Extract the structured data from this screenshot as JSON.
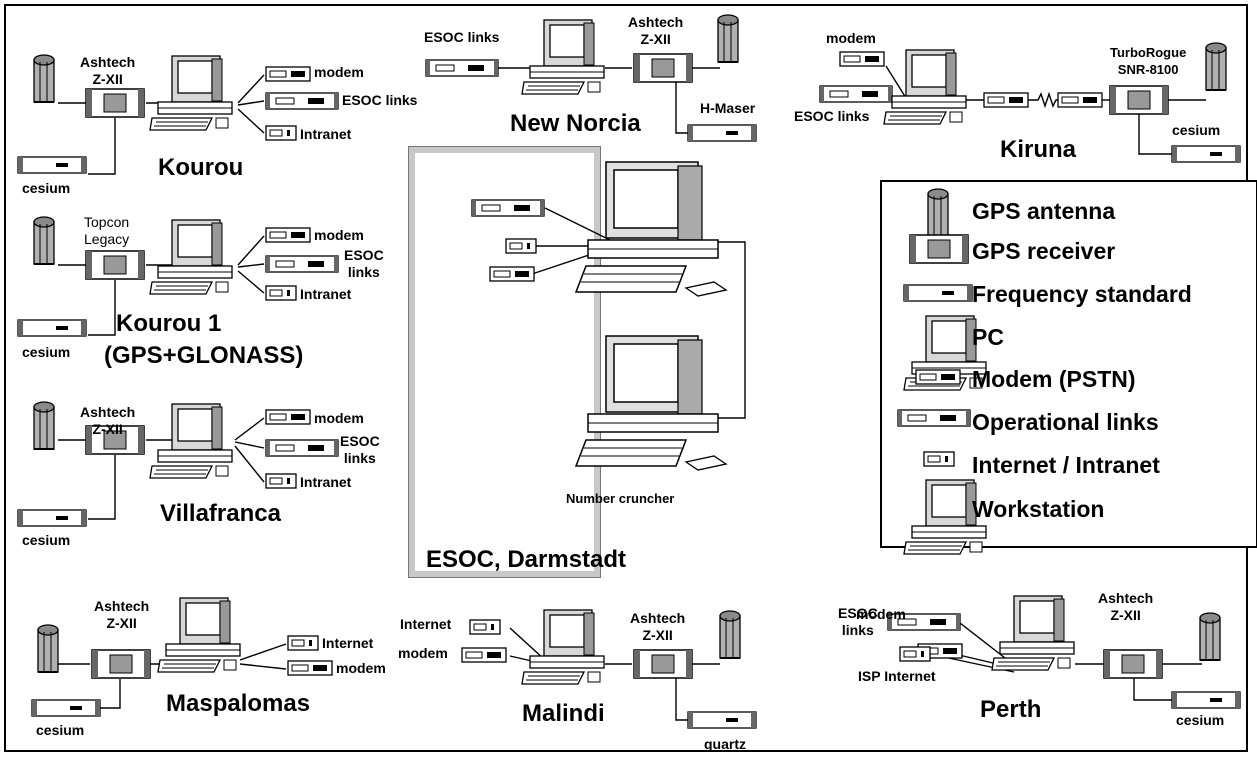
{
  "sites": {
    "kourou": "Kourou",
    "kourou1": "Kourou 1",
    "kourou1_sub": "(GPS+GLONASS)",
    "villafranca": "Villafranca",
    "maspalomas": "Maspalomas",
    "new_norcia": "New Norcia",
    "malindi": "Malindi",
    "kiruna": "Kiruna",
    "perth": "Perth",
    "esoc": "ESOC, Darmstadt"
  },
  "labels": {
    "kourou": {
      "receiver": "Ashtech\nZ-XII",
      "modem": "modem",
      "esoc_links": "ESOC links",
      "intranet": "Intranet",
      "cesium": "cesium"
    },
    "kourou1": {
      "receiver": "Topcon\nLegacy",
      "modem": "modem",
      "esoc_links": "ESOC\nlinks",
      "intranet": "Intranet",
      "cesium": "cesium"
    },
    "villafranca": {
      "receiver": "Ashtech\nZ-XII",
      "modem": "modem",
      "esoc_links": "ESOC\nlinks",
      "intranet": "Intranet",
      "cesium": "cesium"
    },
    "maspalomas": {
      "receiver": "Ashtech\nZ-XII",
      "internet": "Internet",
      "modem": "modem",
      "cesium": "cesium"
    },
    "new_norcia": {
      "esoc_links": "ESOC links",
      "receiver": "Ashtech\nZ-XII",
      "maser": "H-Maser"
    },
    "malindi": {
      "internet": "Internet",
      "modem": "modem",
      "receiver": "Ashtech\nZ-XII",
      "quartz": "quartz"
    },
    "kiruna": {
      "modem": "modem",
      "esoc_links": "ESOC links",
      "receiver": "TurboRogue\nSNR-8100",
      "cesium": "cesium"
    },
    "perth": {
      "modem": "modem",
      "esoc_links": "ESOC\nlinks",
      "isp": "ISP Internet",
      "receiver": "Ashtech\nZ-XII",
      "cesium": "cesium"
    },
    "esoc": {
      "cruncher": "Number cruncher"
    }
  },
  "legend": [
    {
      "icon": "gps-antenna-icon",
      "label": "GPS antenna"
    },
    {
      "icon": "gps-receiver-icon",
      "label": "GPS receiver"
    },
    {
      "icon": "frequency-standard-icon",
      "label": "Frequency standard"
    },
    {
      "icon": "pc-icon",
      "label": "PC"
    },
    {
      "icon": "modem-icon",
      "label": "Modem (PSTN)"
    },
    {
      "icon": "operational-links-icon",
      "label": "Operational links"
    },
    {
      "icon": "intranet-icon",
      "label": "Internet / Intranet"
    },
    {
      "icon": "workstation-icon",
      "label": "Workstation"
    }
  ]
}
